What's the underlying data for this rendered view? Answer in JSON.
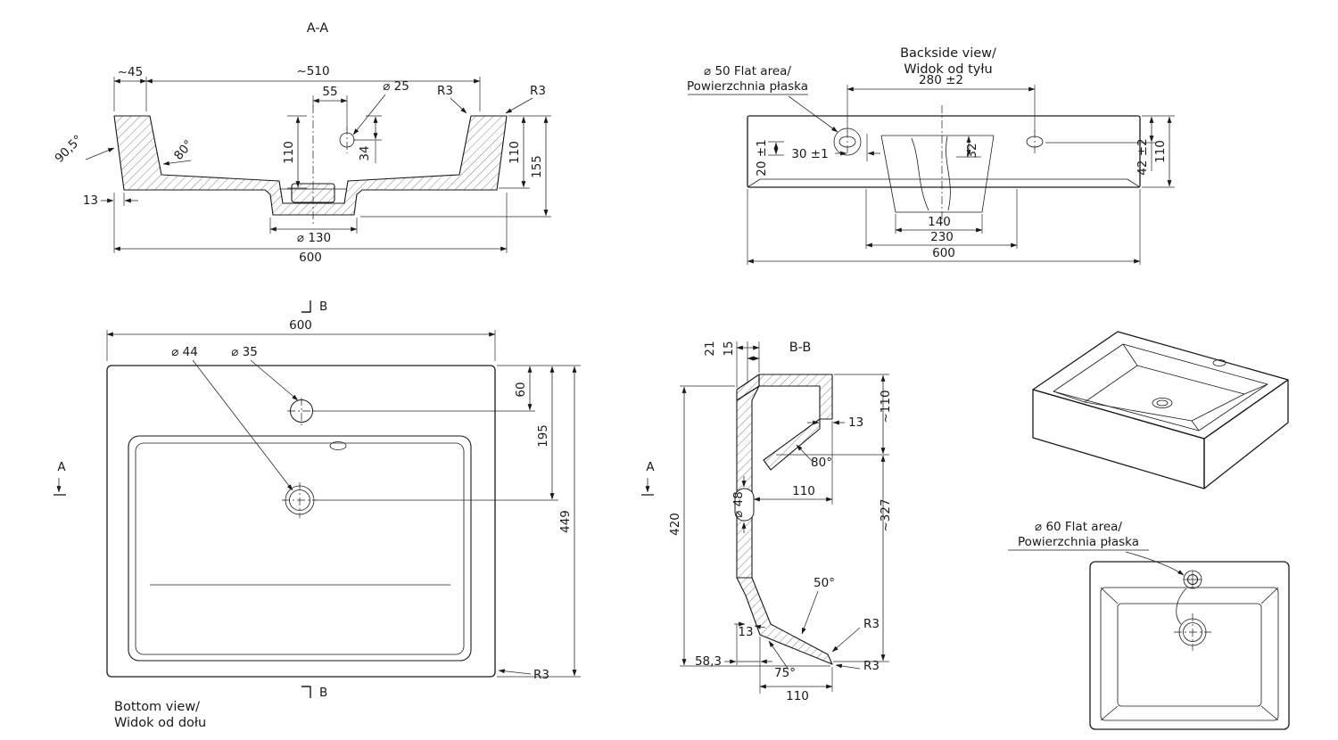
{
  "drawing": {
    "background": "#ffffff",
    "line_color": "#1a1a1a"
  },
  "section_aa": {
    "title": "A-A",
    "dim_top_left": "~45",
    "dim_top_width": "~510",
    "dim_hole_offset": "55",
    "label_hole_dia": "⌀ 25",
    "label_r3_inner": "R3",
    "label_r3_outer": "R3",
    "label_angle_left": "90,5°",
    "label_angle_wall": "80°",
    "dim_depth_inner": "110",
    "dim_hole_depth": "34",
    "dim_height_rim": "110",
    "dim_height_total": "155",
    "dim_wall_bottom": "13",
    "dim_drain_dia": "⌀ 130",
    "dim_total_width": "600"
  },
  "backside": {
    "flat_label_line1": "⌀ 50 Flat area/",
    "flat_label_line2": "Powierzchnia płaska",
    "title_line1": "Backside  view/",
    "title_line2": "Widok od tyłu",
    "dim_hole_spacing": "280 ±2",
    "dim_hole_offset_h": "30 ±1",
    "dim_hole_offset_v": "20 ±1",
    "dim_recess_depth": "32",
    "dim_hole_height": "42 ±2",
    "dim_height": "110",
    "dim_recess_bottom": "140",
    "dim_recess_top": "230",
    "dim_width": "600"
  },
  "bottom_view": {
    "dim_width": "600",
    "label_section_b_top": "B",
    "label_section_b_bottom": "B",
    "label_section_a": "A",
    "label_drain_dia": "⌀ 44",
    "label_hole_dia": "⌀ 35",
    "dim_hole_y": "60",
    "dim_drain_y": "195",
    "dim_depth": "449",
    "label_r3": "R3",
    "title_line1": "Bottom view/",
    "title_line2": "Widok od dołu"
  },
  "section_bb": {
    "title": "B-B",
    "dim_21": "21",
    "dim_15": "15",
    "dim_wall": "13",
    "dim_deck_depth": "~110",
    "label_angle_wall": "80°",
    "label_drain_dia": "⌀ 48",
    "dim_basin_depth": "110",
    "dim_length": "420",
    "dim_underside": "~327",
    "label_angle_50": "50°",
    "dim_13": "13",
    "dim_58": "58,3",
    "label_angle_75": "75°",
    "label_r3_upper": "R3",
    "label_r3_lower": "R3",
    "dim_bottom": "110",
    "label_section_a": "A"
  },
  "detail_view": {
    "flat_label_line1": "⌀ 60 Flat area/",
    "flat_label_line2": "Powierzchnia płaska"
  }
}
